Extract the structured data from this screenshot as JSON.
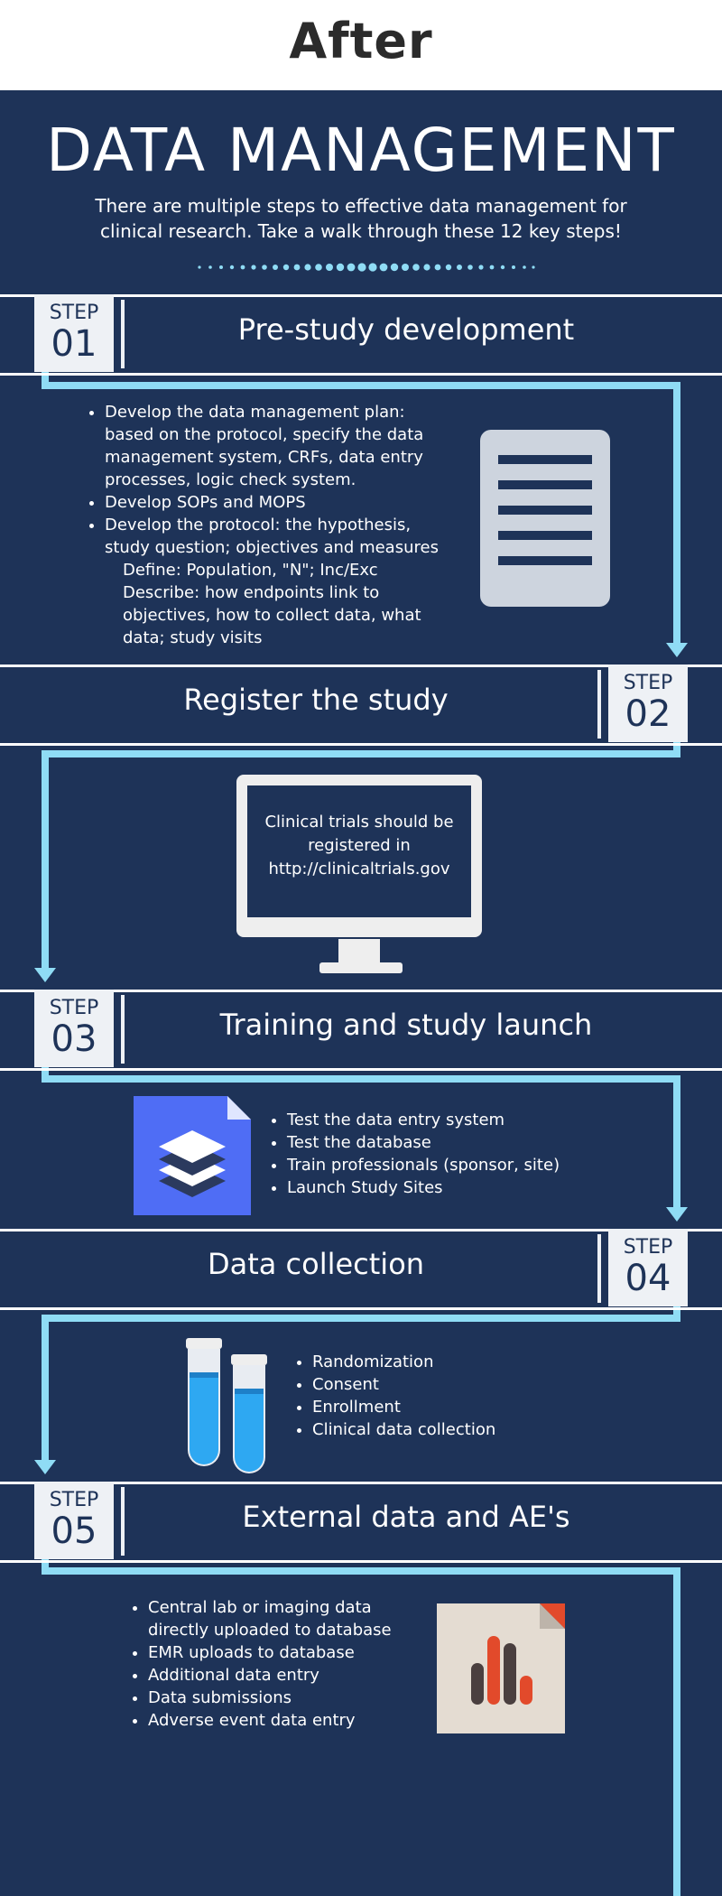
{
  "header": {
    "label": "After"
  },
  "hero": {
    "title": "DATA MANAGEMENT",
    "subtitle_line1": "There are multiple steps to effective data management for",
    "subtitle_line2": "clinical research. Take a walk through these 12 key steps!"
  },
  "steps": [
    {
      "word": "STEP",
      "number": "01",
      "title": "Pre-study development",
      "bullets": [
        [
          "Develop the data management plan:",
          "based on the protocol, specify the data",
          "management system, CRFs, data entry",
          "processes, logic check system."
        ],
        [
          "Develop SOPs and MOPS"
        ],
        [
          "Develop the protocol:  the hypothesis,",
          "study question; objectives and measures"
        ]
      ],
      "extra_lines": [
        "Define: Population, \"N\"; Inc/Exc",
        "Describe: how endpoints link to",
        "objectives, how to collect data, what",
        "data; study visits"
      ]
    },
    {
      "word": "STEP",
      "number": "02",
      "title": "Register the study",
      "screen_lines": [
        "Clinical trials should be",
        "registered in",
        "http://clinicaltrials.gov"
      ]
    },
    {
      "word": "STEP",
      "number": "03",
      "title": "Training and study launch",
      "bullets": [
        "Test the data entry system",
        "Test the database",
        "Train professionals (sponsor, site)",
        "Launch Study Sites"
      ]
    },
    {
      "word": "STEP",
      "number": "04",
      "title": "Data collection",
      "bullets": [
        "Randomization",
        "Consent",
        "Enrollment",
        "Clinical data collection"
      ]
    },
    {
      "word": "STEP",
      "number": "05",
      "title": "External data and AE's",
      "bullets": [
        [
          "Central lab or imaging data",
          "directly uploaded to database"
        ],
        [
          "EMR uploads to database"
        ],
        [
          "Additional data entry"
        ],
        [
          "Data submissions"
        ],
        [
          "Adverse event data entry"
        ]
      ]
    }
  ],
  "icons": {
    "document": "document-icon",
    "monitor": "monitor-icon",
    "layers": "layers-document-icon",
    "test_tubes": "test-tubes-icon",
    "bar_chart_file": "bar-chart-file-icon"
  },
  "colors": {
    "background": "#1e3358",
    "flow_line": "#8fdcf5",
    "step_box": "#eef1f5",
    "layers_doc": "#4f6df5",
    "tube_liquid": "#2ea8f2",
    "chart_bar_red": "#e24a2b",
    "chart_bar_dark": "#4a3f3f"
  }
}
